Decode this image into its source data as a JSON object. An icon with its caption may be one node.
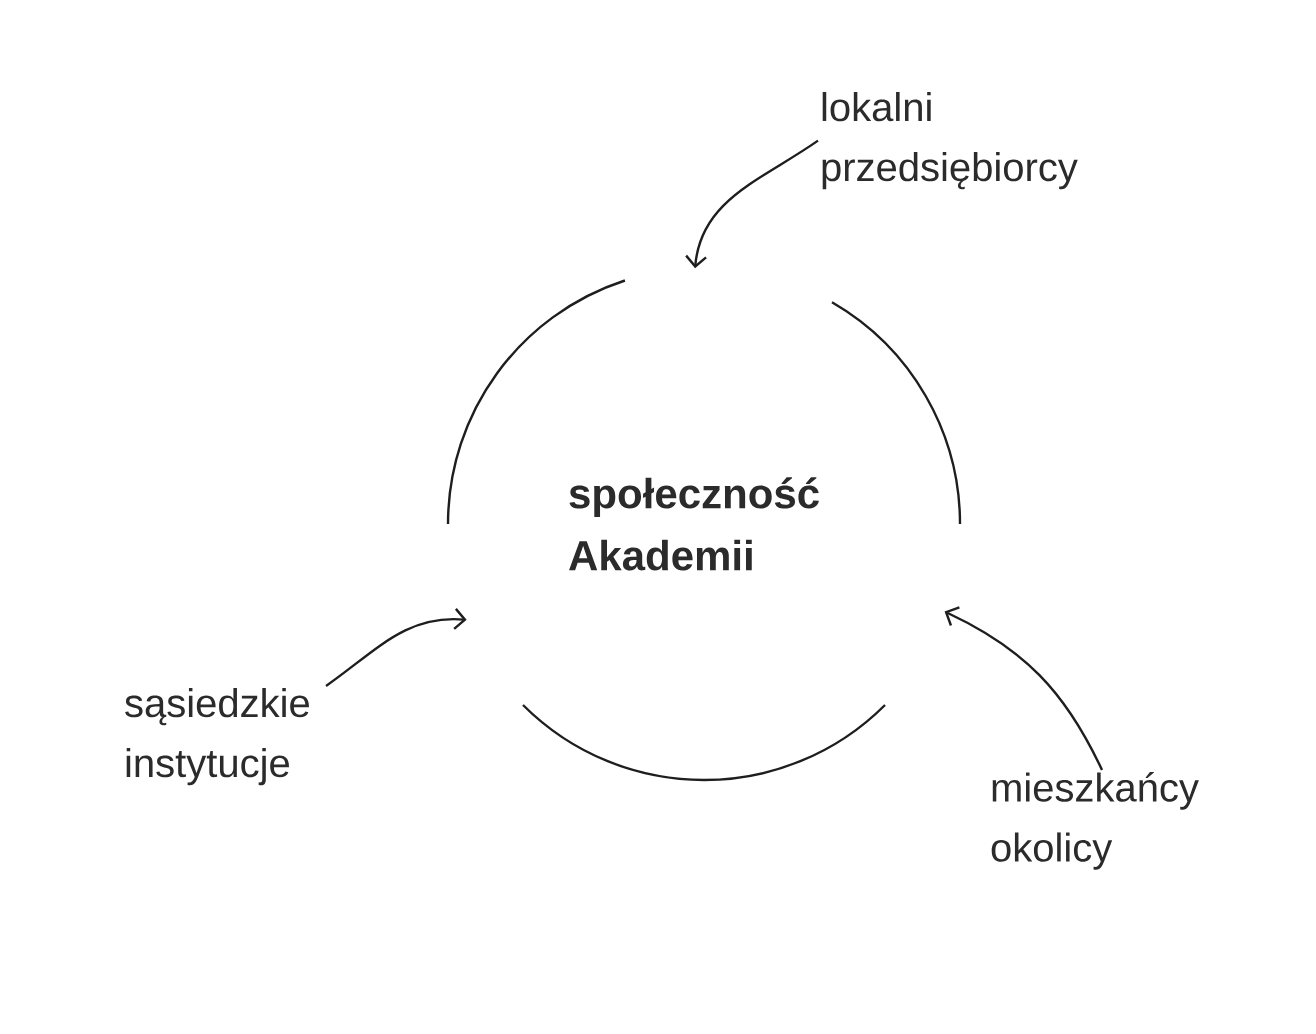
{
  "diagram": {
    "nodes": [
      {
        "text": [
          "lokalni przedsiębiorcy"
        ]
      },
      {
        "text": [
          "społeczność Akademii"
        ]
      },
      {
        "text": [
          "sąsiedzkie instytucje"
        ]
      },
      {
        "text": [
          "mieszkańcy okolicy"
        ]
      }
    ],
    "edges": [
      {
        "from": 0,
        "to": 1,
        "arrow": "to"
      },
      {
        "from": 2,
        "to": 1,
        "arrow": "to"
      },
      {
        "from": 3,
        "to": 1,
        "arrow": "to"
      }
    ]
  }
}
